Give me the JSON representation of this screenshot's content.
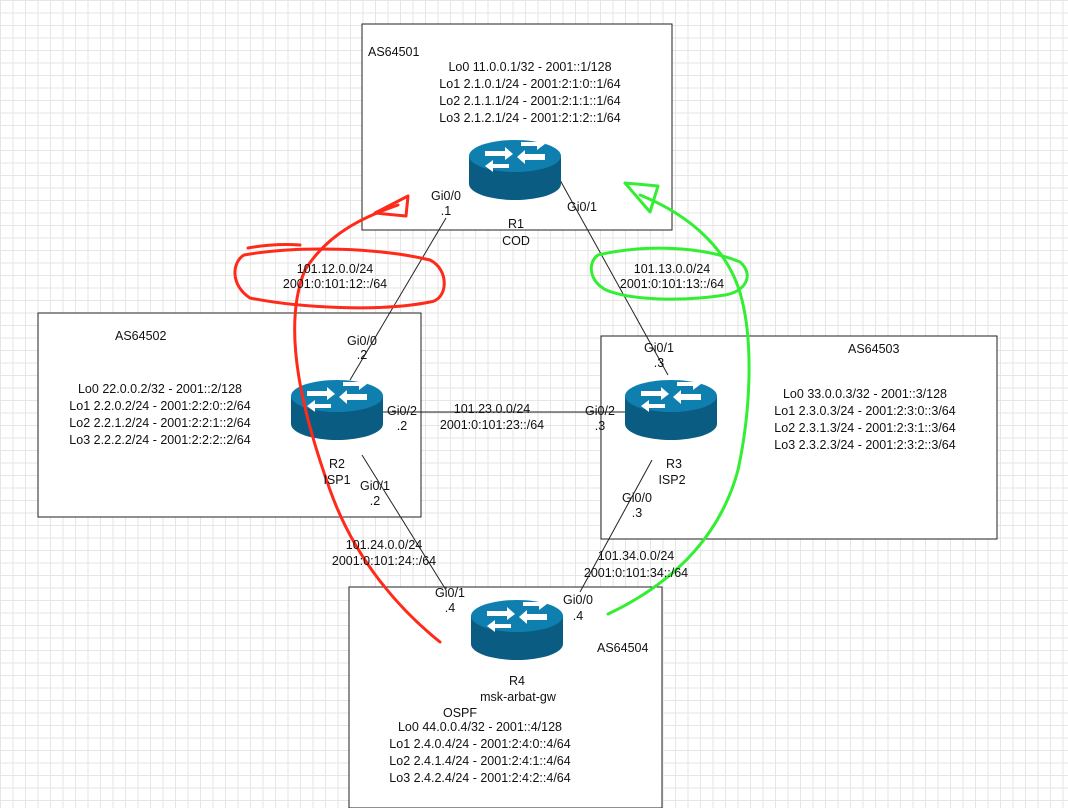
{
  "as_boxes": {
    "r1": {
      "as": "AS64501",
      "loopbacks": [
        "Lo0 11.0.0.1/32 - 2001::1/128",
        "Lo1 2.1.0.1/24 - 2001:2:1:0::1/64",
        "Lo2 2.1.1.1/24 - 2001:2:1:1::1/64",
        "Lo3 2.1.2.1/24 - 2001:2:1:2::1/64"
      ]
    },
    "r2": {
      "as": "AS64502",
      "loopbacks": [
        "Lo0 22.0.0.2/32 - 2001::2/128",
        "Lo1 2.2.0.2/24 - 2001:2:2:0::2/64",
        "Lo2 2.2.1.2/24 - 2001:2:2:1::2/64",
        "Lo3 2.2.2.2/24 - 2001:2:2:2::2/64"
      ]
    },
    "r3": {
      "as": "AS64503",
      "loopbacks": [
        "Lo0 33.0.0.3/32 - 2001::3/128",
        "Lo1 2.3.0.3/24 - 2001:2:3:0::3/64",
        "Lo2 2.3.1.3/24 - 2001:2:3:1::3/64",
        "Lo3 2.3.2.3/24 - 2001:2:3:2::3/64"
      ]
    },
    "r4": {
      "as": "AS64504",
      "protocol": "OSPF",
      "loopbacks": [
        "Lo0 44.0.0.4/32 - 2001::4/128",
        "Lo1 2.4.0.4/24 - 2001:2:4:0::4/64",
        "Lo2 2.4.1.4/24 - 2001:2:4:1::4/64",
        "Lo3 2.4.2.4/24 - 2001:2:4:2::4/64"
      ]
    }
  },
  "routers": {
    "r1": {
      "name": "R1",
      "role": "COD"
    },
    "r2": {
      "name": "R2",
      "role": "ISP1"
    },
    "r3": {
      "name": "R3",
      "role": "ISP2"
    },
    "r4": {
      "name": "R4",
      "role": "msk-arbat-gw"
    }
  },
  "links": {
    "r1_r2": {
      "v4": "101.12.0.0/24",
      "v6": "2001:0:101:12::/64",
      "a_if": "Gi0/0",
      "a_ip": ".1",
      "b_if": "Gi0/0",
      "b_ip": ".2"
    },
    "r1_r3": {
      "v4": "101.13.0.0/24",
      "v6": "2001:0:101:13::/64",
      "a_if": "Gi0/1",
      "b_if": "Gi0/1",
      "b_ip": ".3"
    },
    "r2_r3": {
      "v4": "101.23.0.0/24",
      "v6": "2001:0:101:23::/64",
      "a_if": "Gi0/2",
      "a_ip": ".2",
      "b_if": "Gi0/2",
      "b_ip": ".3"
    },
    "r2_r4": {
      "v4": "101.24.0.0/24",
      "v6": "2001:0:101:24::/64",
      "a_if": "Gi0/1",
      "a_ip": ".2",
      "b_if": "Gi0/1",
      "b_ip": ".4"
    },
    "r3_r4": {
      "v4": "101.34.0.0/24",
      "v6": "2001:0:101:34::/64",
      "a_if": "Gi0/0",
      "a_ip": ".3",
      "b_if": "Gi0/0",
      "b_ip": ".4"
    }
  },
  "colors": {
    "router": "#0d6e9b",
    "router_edge": "#0b5c82",
    "red_annotation": "#ff2a1a",
    "green_annotation": "#33ee33"
  },
  "icons": [
    "router-icon",
    "red-arrow-annotation",
    "green-arrow-annotation"
  ]
}
